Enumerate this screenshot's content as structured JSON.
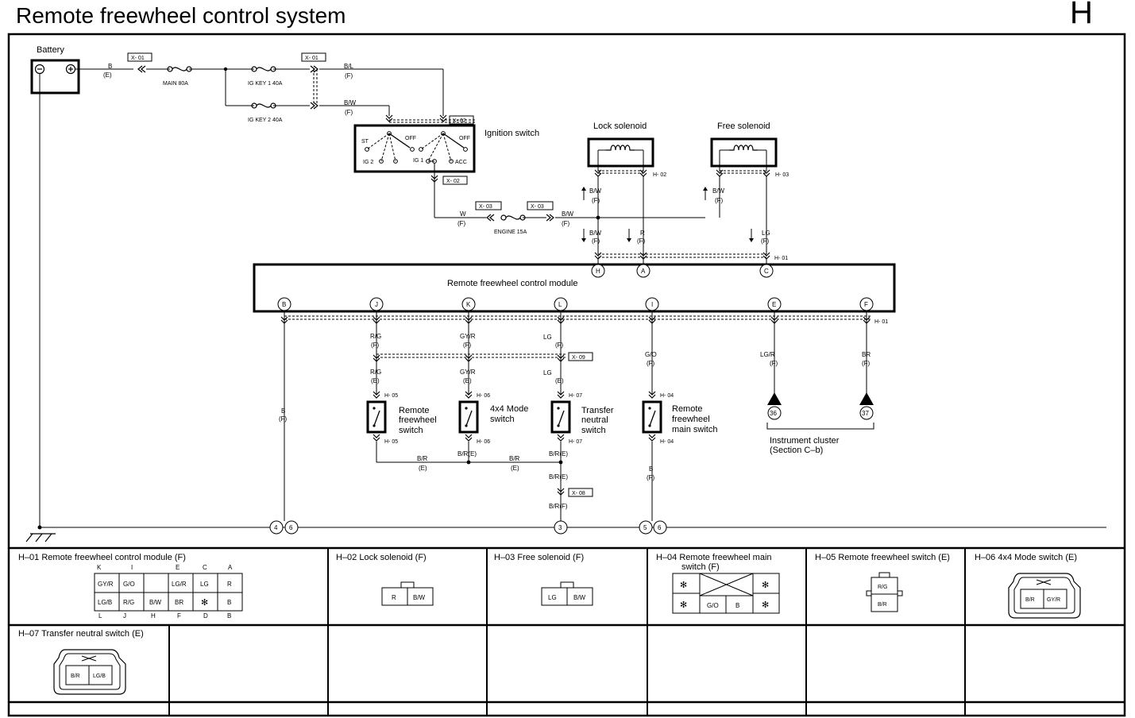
{
  "header": {
    "title": "Remote freewheel control system",
    "section": "H"
  },
  "components": {
    "battery": "Battery",
    "ignition_switch": "Ignition switch",
    "lock_solenoid": "Lock solenoid",
    "free_solenoid": "Free solenoid",
    "module": "Remote freewheel control module",
    "rf_switch": [
      "Remote",
      "freewheel",
      "switch"
    ],
    "mode_switch": [
      "4x4 Mode",
      "switch"
    ],
    "tn_switch": [
      "Transfer",
      "neutral",
      "switch"
    ],
    "rfm_switch": [
      "Remote",
      "freewheel",
      "main switch"
    ],
    "cluster": [
      "Instrument cluster",
      "(Section C–b)"
    ]
  },
  "fuses": {
    "main": "MAIN 80A",
    "ig1": "IG KEY 1 40A",
    "ig2": "IG KEY 2 40A",
    "engine": "ENGINE 15A"
  },
  "ignition_labels": {
    "st": "ST",
    "off1": "OFF",
    "off2": "OFF",
    "ig2": "IG 2",
    "ig1": "IG 1",
    "acc": "ACC"
  },
  "connectors": {
    "x01": "X- 01",
    "x02": "X- 02",
    "x03": "X- 03",
    "x08": "X- 08",
    "x09": "X- 09",
    "h01": "H- 01",
    "h02": "H- 02",
    "h03": "H- 03",
    "h04": "H- 04",
    "h05": "H- 05",
    "h06": "H- 06",
    "h07": "H- 07"
  },
  "wires": {
    "b": "B",
    "bl": "B/L",
    "bw": "B/W",
    "w": "W",
    "r": "R",
    "lg": "LG",
    "rg": "R/G",
    "gyr": "GY/R",
    "lgr": "LG/R",
    "go": "G/O",
    "br": "BR",
    "brr": "B/R",
    "f": "(F)",
    "e": "(E)",
    "bre": "B/R(E)",
    "brf": "B/R(F)"
  },
  "module_terminals_top": [
    "H",
    "A",
    "C"
  ],
  "module_terminals_bottom": [
    "B",
    "J",
    "K",
    "L",
    "I",
    "E",
    "F"
  ],
  "cluster_pins": [
    "36",
    "37"
  ],
  "ground_points": [
    "4",
    "6",
    "3",
    "5",
    "6"
  ],
  "connector_table": {
    "h01": {
      "title": "H–01  Remote freewheel control module (F)",
      "top_letters": [
        "K",
        "I",
        "E",
        "C",
        "A"
      ],
      "row1": [
        "GY/R",
        "G/O",
        "",
        "LG/R",
        "LG",
        "R"
      ],
      "row2": [
        "LG/B",
        "R/G",
        "B/W",
        "BR",
        "✻",
        "B"
      ],
      "bottom_letters": [
        "L",
        "J",
        "H",
        "F",
        "D",
        "B"
      ]
    },
    "h02": {
      "title": "H–02  Lock solenoid (F)",
      "pins": [
        "R",
        "B/W"
      ]
    },
    "h03": {
      "title": "H–03  Free solenoid (F)",
      "pins": [
        "LG",
        "B/W"
      ]
    },
    "h04": {
      "title": [
        "H–04  Remote freewheel main",
        "switch (F)"
      ],
      "pins": [
        "✻",
        "✻",
        "✻",
        "✻",
        "G/O",
        "B"
      ]
    },
    "h05": {
      "title": "H–05  Remote freewheel switch (E)",
      "pins": [
        "R/G",
        "B/R"
      ]
    },
    "h06": {
      "title": "H–06  4x4 Mode switch (E)",
      "pins": [
        "B/R",
        "GY/R"
      ]
    },
    "h07": {
      "title": "H–07  Transfer neutral switch (E)",
      "pins": [
        "B/R",
        "LG/B"
      ]
    }
  }
}
